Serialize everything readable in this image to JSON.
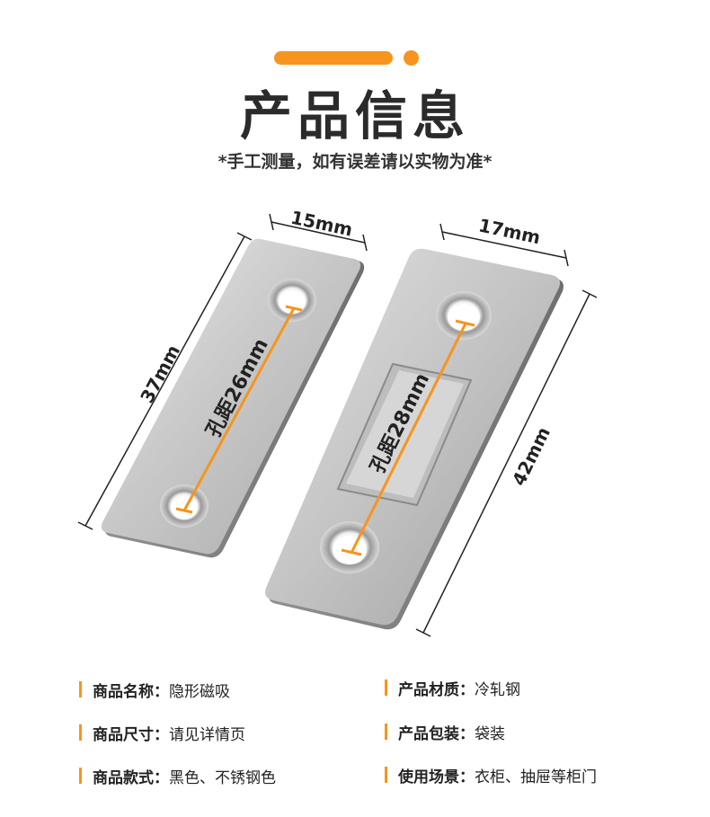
{
  "header": {
    "title": "产品信息",
    "subtitle": "*手工测量，如有误差请以实物为准*",
    "accent_color": "#f7941d"
  },
  "figure": {
    "left_plate": {
      "width_label": "15mm",
      "height_label": "37mm",
      "hole_label": "孔距26mm"
    },
    "right_plate": {
      "width_label": "17mm",
      "height_label": "42mm",
      "hole_label": "孔距28mm"
    }
  },
  "specs": [
    {
      "label": "商品名称：",
      "value": "隐形磁吸"
    },
    {
      "label": "产品材质：",
      "value": "冷轧钢"
    },
    {
      "label": "商品尺寸：",
      "value": "请见详情页"
    },
    {
      "label": "产品包装：",
      "value": "袋装"
    },
    {
      "label": "商品款式：",
      "value": "黑色、不锈钢色"
    },
    {
      "label": "使用场景：",
      "value": "衣柜、抽屉等柜门"
    }
  ]
}
